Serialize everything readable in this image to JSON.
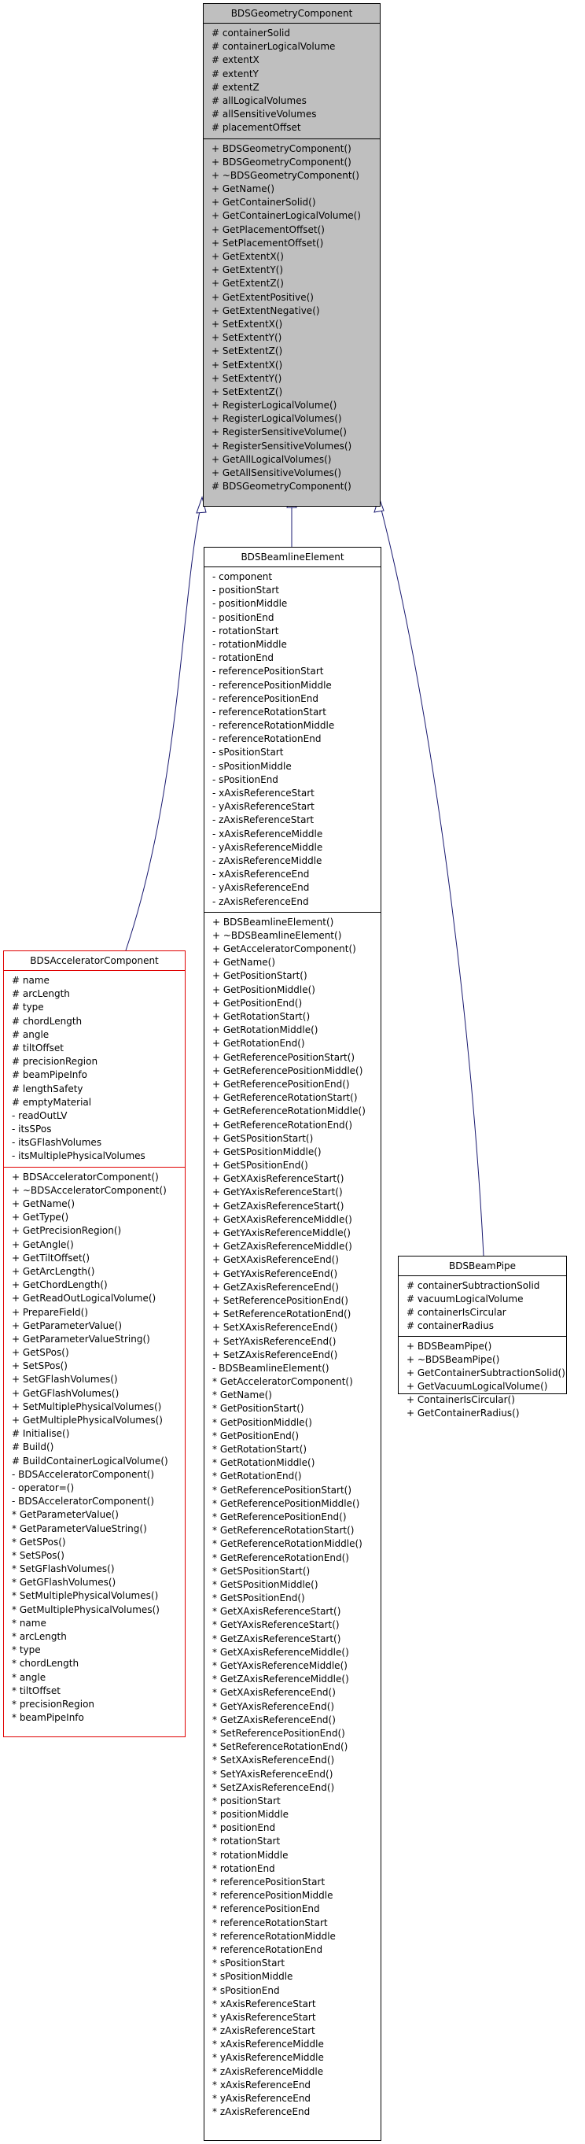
{
  "geometry": {
    "name": "BDSGeometryComponent",
    "attributes": [
      "# containerSolid",
      "# containerLogicalVolume",
      "# extentX",
      "# extentY",
      "# extentZ",
      "# allLogicalVolumes",
      "# allSensitiveVolumes",
      "# placementOffset"
    ],
    "methods": [
      "+ BDSGeometryComponent()",
      "+ BDSGeometryComponent()",
      "+ ~BDSGeometryComponent()",
      "+ GetName()",
      "+ GetContainerSolid()",
      "+ GetContainerLogicalVolume()",
      "+ GetPlacementOffset()",
      "+ SetPlacementOffset()",
      "+ GetExtentX()",
      "+ GetExtentY()",
      "+ GetExtentZ()",
      "+ GetExtentPositive()",
      "+ GetExtentNegative()",
      "+ SetExtentX()",
      "+ SetExtentY()",
      "+ SetExtentZ()",
      "+ SetExtentX()",
      "+ SetExtentY()",
      "+ SetExtentZ()",
      "+ RegisterLogicalVolume()",
      "+ RegisterLogicalVolumes()",
      "+ RegisterSensitiveVolume()",
      "+ RegisterSensitiveVolumes()",
      "+ GetAllLogicalVolumes()",
      "+ GetAllSensitiveVolumes()",
      "# BDSGeometryComponent()"
    ]
  },
  "beamline": {
    "name": "BDSBeamlineElement",
    "attributes": [
      "- component",
      "- positionStart",
      "- positionMiddle",
      "- positionEnd",
      "- rotationStart",
      "- rotationMiddle",
      "- rotationEnd",
      "- referencePositionStart",
      "- referencePositionMiddle",
      "- referencePositionEnd",
      "- referenceRotationStart",
      "- referenceRotationMiddle",
      "- referenceRotationEnd",
      "- sPositionStart",
      "- sPositionMiddle",
      "- sPositionEnd",
      "- xAxisReferenceStart",
      "- yAxisReferenceStart",
      "- zAxisReferenceStart",
      "- xAxisReferenceMiddle",
      "- yAxisReferenceMiddle",
      "- zAxisReferenceMiddle",
      "- xAxisReferenceEnd",
      "- yAxisReferenceEnd",
      "- zAxisReferenceEnd"
    ],
    "methods": [
      "+ BDSBeamlineElement()",
      "+ ~BDSBeamlineElement()",
      "+ GetAcceleratorComponent()",
      "+ GetName()",
      "+ GetPositionStart()",
      "+ GetPositionMiddle()",
      "+ GetPositionEnd()",
      "+ GetRotationStart()",
      "+ GetRotationMiddle()",
      "+ GetRotationEnd()",
      "+ GetReferencePositionStart()",
      "+ GetReferencePositionMiddle()",
      "+ GetReferencePositionEnd()",
      "+ GetReferenceRotationStart()",
      "+ GetReferenceRotationMiddle()",
      "+ GetReferenceRotationEnd()",
      "+ GetSPositionStart()",
      "+ GetSPositionMiddle()",
      "+ GetSPositionEnd()",
      "+ GetXAxisReferenceStart()",
      "+ GetYAxisReferenceStart()",
      "+ GetZAxisReferenceStart()",
      "+ GetXAxisReferenceMiddle()",
      "+ GetYAxisReferenceMiddle()",
      "+ GetZAxisReferenceMiddle()",
      "+ GetXAxisReferenceEnd()",
      "+ GetYAxisReferenceEnd()",
      "+ GetZAxisReferenceEnd()",
      "+ SetReferencePositionEnd()",
      "+ SetReferenceRotationEnd()",
      "+ SetXAxisReferenceEnd()",
      "+ SetYAxisReferenceEnd()",
      "+ SetZAxisReferenceEnd()",
      "- BDSBeamlineElement()",
      "* GetAcceleratorComponent()",
      "* GetName()",
      "* GetPositionStart()",
      "* GetPositionMiddle()",
      "* GetPositionEnd()",
      "* GetRotationStart()",
      "* GetRotationMiddle()",
      "* GetRotationEnd()",
      "* GetReferencePositionStart()",
      "* GetReferencePositionMiddle()",
      "* GetReferencePositionEnd()",
      "* GetReferenceRotationStart()",
      "* GetReferenceRotationMiddle()",
      "* GetReferenceRotationEnd()",
      "* GetSPositionStart()",
      "* GetSPositionMiddle()",
      "* GetSPositionEnd()",
      "* GetXAxisReferenceStart()",
      "* GetYAxisReferenceStart()",
      "* GetZAxisReferenceStart()",
      "* GetXAxisReferenceMiddle()",
      "* GetYAxisReferenceMiddle()",
      "* GetZAxisReferenceMiddle()",
      "* GetXAxisReferenceEnd()",
      "* GetYAxisReferenceEnd()",
      "* GetZAxisReferenceEnd()",
      "* SetReferencePositionEnd()",
      "* SetReferenceRotationEnd()",
      "* SetXAxisReferenceEnd()",
      "* SetYAxisReferenceEnd()",
      "* SetZAxisReferenceEnd()",
      "* positionStart",
      "* positionMiddle",
      "* positionEnd",
      "* rotationStart",
      "* rotationMiddle",
      "* rotationEnd",
      "* referencePositionStart",
      "* referencePositionMiddle",
      "* referencePositionEnd",
      "* referenceRotationStart",
      "* referenceRotationMiddle",
      "* referenceRotationEnd",
      "* sPositionStart",
      "* sPositionMiddle",
      "* sPositionEnd",
      "* xAxisReferenceStart",
      "* yAxisReferenceStart",
      "* zAxisReferenceStart",
      "* xAxisReferenceMiddle",
      "* yAxisReferenceMiddle",
      "* zAxisReferenceMiddle",
      "* xAxisReferenceEnd",
      "* yAxisReferenceEnd",
      "* zAxisReferenceEnd"
    ]
  },
  "accelerator": {
    "name": "BDSAcceleratorComponent",
    "attributes": [
      "# name",
      "# arcLength",
      "# type",
      "# chordLength",
      "# angle",
      "# tiltOffset",
      "# precisionRegion",
      "# beamPipeInfo",
      "# lengthSafety",
      "# emptyMaterial",
      "- readOutLV",
      "- itsSPos",
      "- itsGFlashVolumes",
      "- itsMultiplePhysicalVolumes"
    ],
    "methods": [
      "+ BDSAcceleratorComponent()",
      "+ ~BDSAcceleratorComponent()",
      "+ GetName()",
      "+ GetType()",
      "+ GetPrecisionRegion()",
      "+ GetAngle()",
      "+ GetTiltOffset()",
      "+ GetArcLength()",
      "+ GetChordLength()",
      "+ GetReadOutLogicalVolume()",
      "+ PrepareField()",
      "+ GetParameterValue()",
      "+ GetParameterValueString()",
      "+ GetSPos()",
      "+ SetSPos()",
      "+ SetGFlashVolumes()",
      "+ GetGFlashVolumes()",
      "+ SetMultiplePhysicalVolumes()",
      "+ GetMultiplePhysicalVolumes()",
      "# Initialise()",
      "# Build()",
      "# BuildContainerLogicalVolume()",
      "- BDSAcceleratorComponent()",
      "- operator=()",
      "- BDSAcceleratorComponent()",
      "* GetParameterValue()",
      "* GetParameterValueString()",
      "* GetSPos()",
      "* SetSPos()",
      "* SetGFlashVolumes()",
      "* GetGFlashVolumes()",
      "* SetMultiplePhysicalVolumes()",
      "* GetMultiplePhysicalVolumes()",
      "* name",
      "* arcLength",
      "* type",
      "* chordLength",
      "* angle",
      "* tiltOffset",
      "* precisionRegion",
      "* beamPipeInfo"
    ]
  },
  "beampipe": {
    "name": "BDSBeamPipe",
    "attributes": [
      "# containerSubtractionSolid",
      "# vacuumLogicalVolume",
      "# containerIsCircular",
      "# containerRadius"
    ],
    "methods": [
      "+ BDSBeamPipe()",
      "+ ~BDSBeamPipe()",
      "+ GetContainerSubtractionSolid()",
      "+ GetVacuumLogicalVolume()",
      "+ ContainerIsCircular()",
      "+ GetContainerRadius()"
    ]
  },
  "colors": {
    "edge": "#191970",
    "focus_fill": "#bfbfbf",
    "undocumented_border": "#e00000"
  }
}
